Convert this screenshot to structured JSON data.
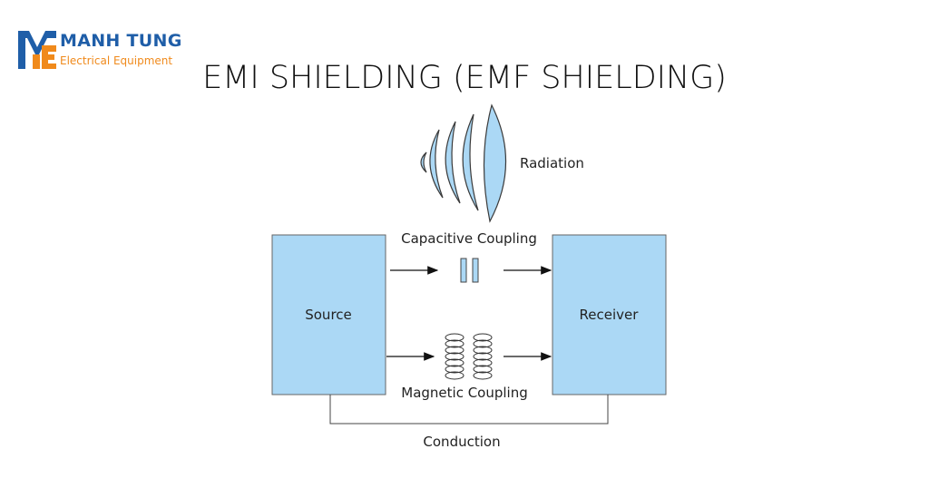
{
  "brand": {
    "name": "MANH TUNG",
    "tagline": "Electrical Equipment",
    "primary_color": "#1f5ea8",
    "accent_color": "#f08a1c"
  },
  "title": "EMI SHIELDING (EMF SHIELDING)",
  "diagram": {
    "source_label": "Source",
    "receiver_label": "Receiver",
    "radiation_label": "Radiation",
    "capacitive_label": "Capacitive Coupling",
    "magnetic_label": "Magnetic Coupling",
    "conduction_label": "Conduction",
    "box_fill": "#abd8f5",
    "box_stroke": "#666666"
  }
}
